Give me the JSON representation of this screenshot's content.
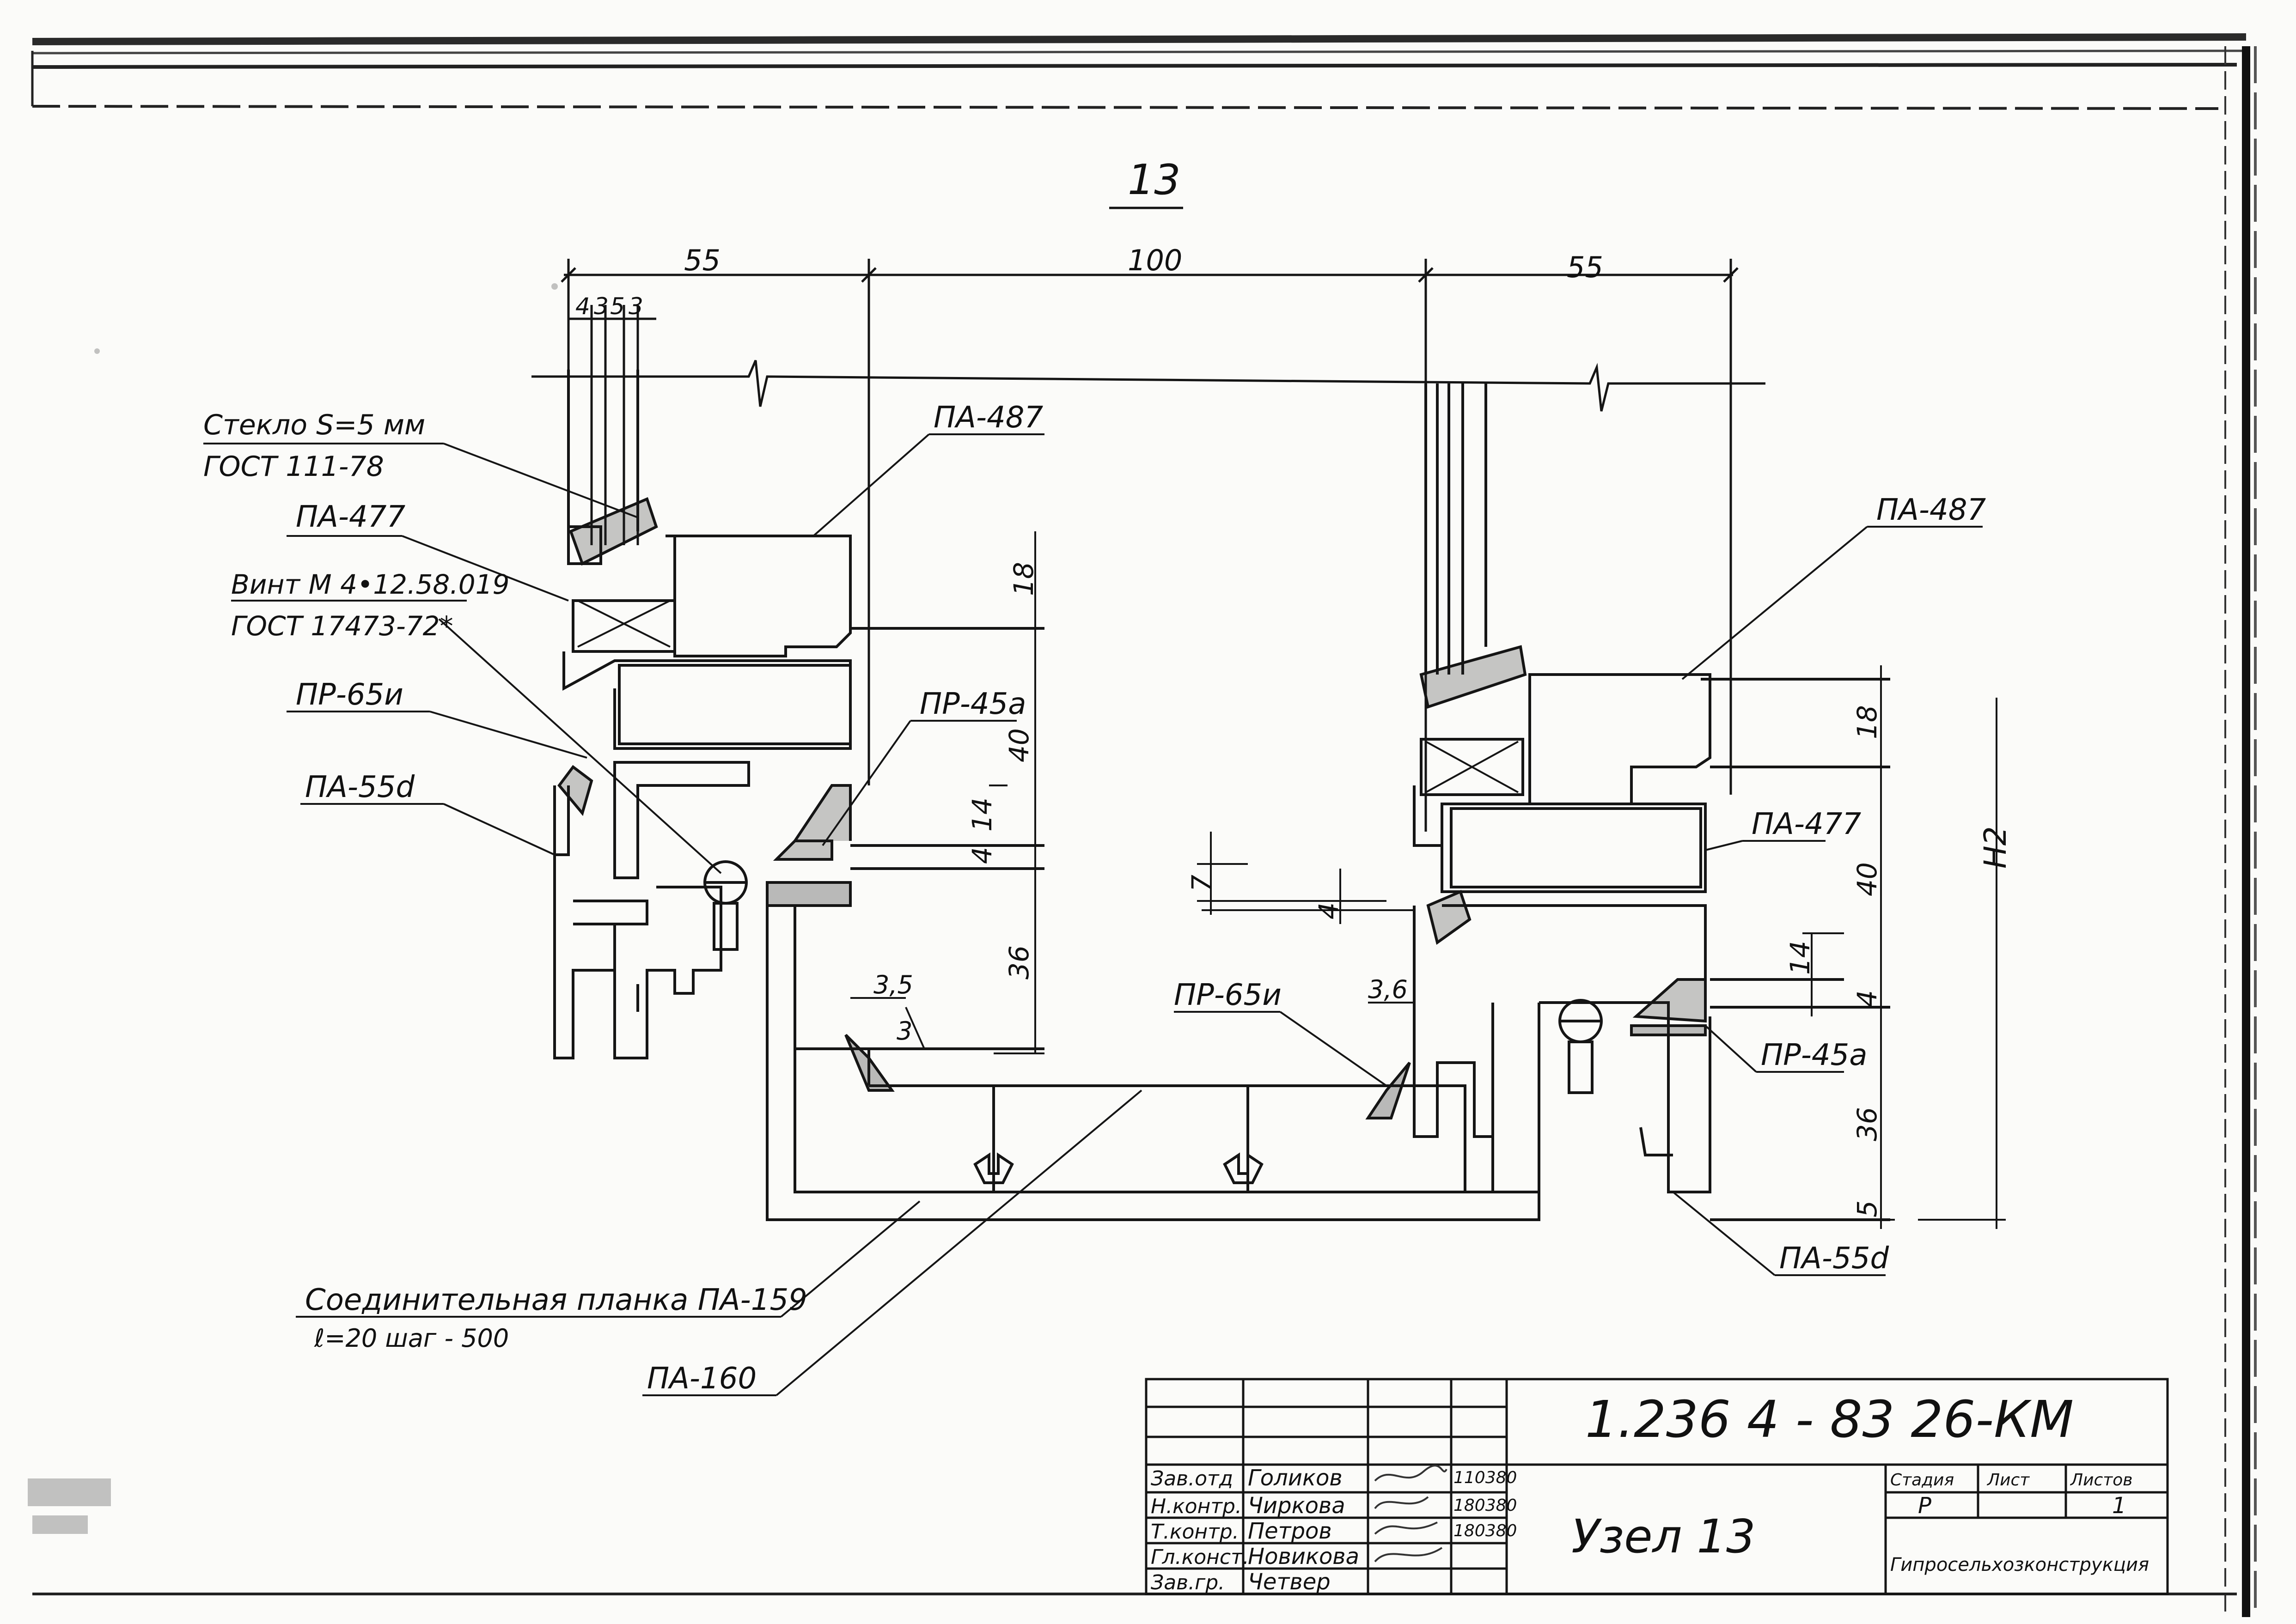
{
  "drawing": {
    "sheet_number": "13",
    "dims_top": {
      "left": "55",
      "middle": "100",
      "right": "55"
    },
    "dims_layers": {
      "a": "4",
      "b": "3",
      "c": "5",
      "d": "3"
    },
    "dims_left_vertical": {
      "v18": "18",
      "v40": "40",
      "v14": "14",
      "v4": "4",
      "v36": "36"
    },
    "dims_right_vertical": {
      "v18": "18",
      "v40": "40",
      "v14": "14",
      "v4": "4",
      "v36": "36",
      "v5": "5",
      "h2": "H2"
    },
    "dims_mid": {
      "seven": "7",
      "four": "4",
      "three_five": "3,5",
      "three": "3",
      "three_six": "3,6"
    }
  },
  "labels": {
    "glass_1": "Стекло S=5 мм",
    "glass_2": "ГОСТ 111-78",
    "pa477_left": "ПА-477",
    "vint_1": "Винт М 4•12.58.019",
    "vint_2": "ГОСТ 17473-72*",
    "pr65i_left": "ПР-65и",
    "pa55d_left": "ПА-55d",
    "pa487_left": "ПА-487",
    "pr45a_left": "ПР-45а",
    "pa487_right": "ПА-487",
    "pa477_right": "ПА-477",
    "pr65i_right": "ПР-65и",
    "pr45a_right": "ПР-45а",
    "pa55d_right": "ПА-55d",
    "planka_1": "Соединительная планка ПА-159",
    "planka_2": "ℓ=20   шаг - 500",
    "pa160": "ПА-160"
  },
  "title_block": {
    "code": "1.236 4 - 83 26-КМ",
    "title": "Узел 13",
    "roles": [
      "Зав.отд",
      "Н.контр.",
      "Т.контр.",
      "Гл.конст.",
      "Зав.гр."
    ],
    "names": [
      "Голиков",
      "Чиркова",
      "Петров",
      "Новикова",
      "Четвер"
    ],
    "dates": [
      "110380",
      "180380",
      "180380",
      "",
      ""
    ],
    "stage_header": "Стадия",
    "sheet_header": "Лист",
    "sheets_header": "Листов",
    "stage": "Р",
    "sheets": "1",
    "org": "Гипросельхозконструкция"
  }
}
